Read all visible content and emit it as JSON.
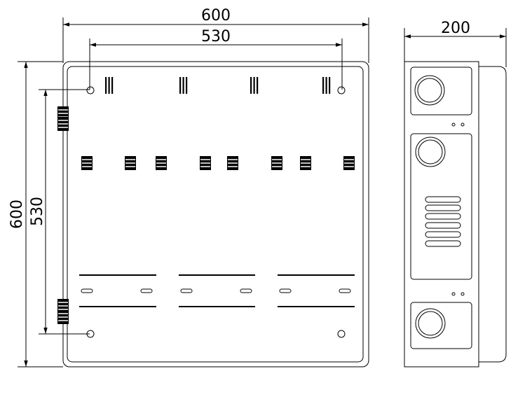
{
  "dimensions": {
    "front_width_outer": "600",
    "front_width_inner": "530",
    "front_height_outer": "600",
    "front_height_inner": "530",
    "side_depth": "200"
  }
}
